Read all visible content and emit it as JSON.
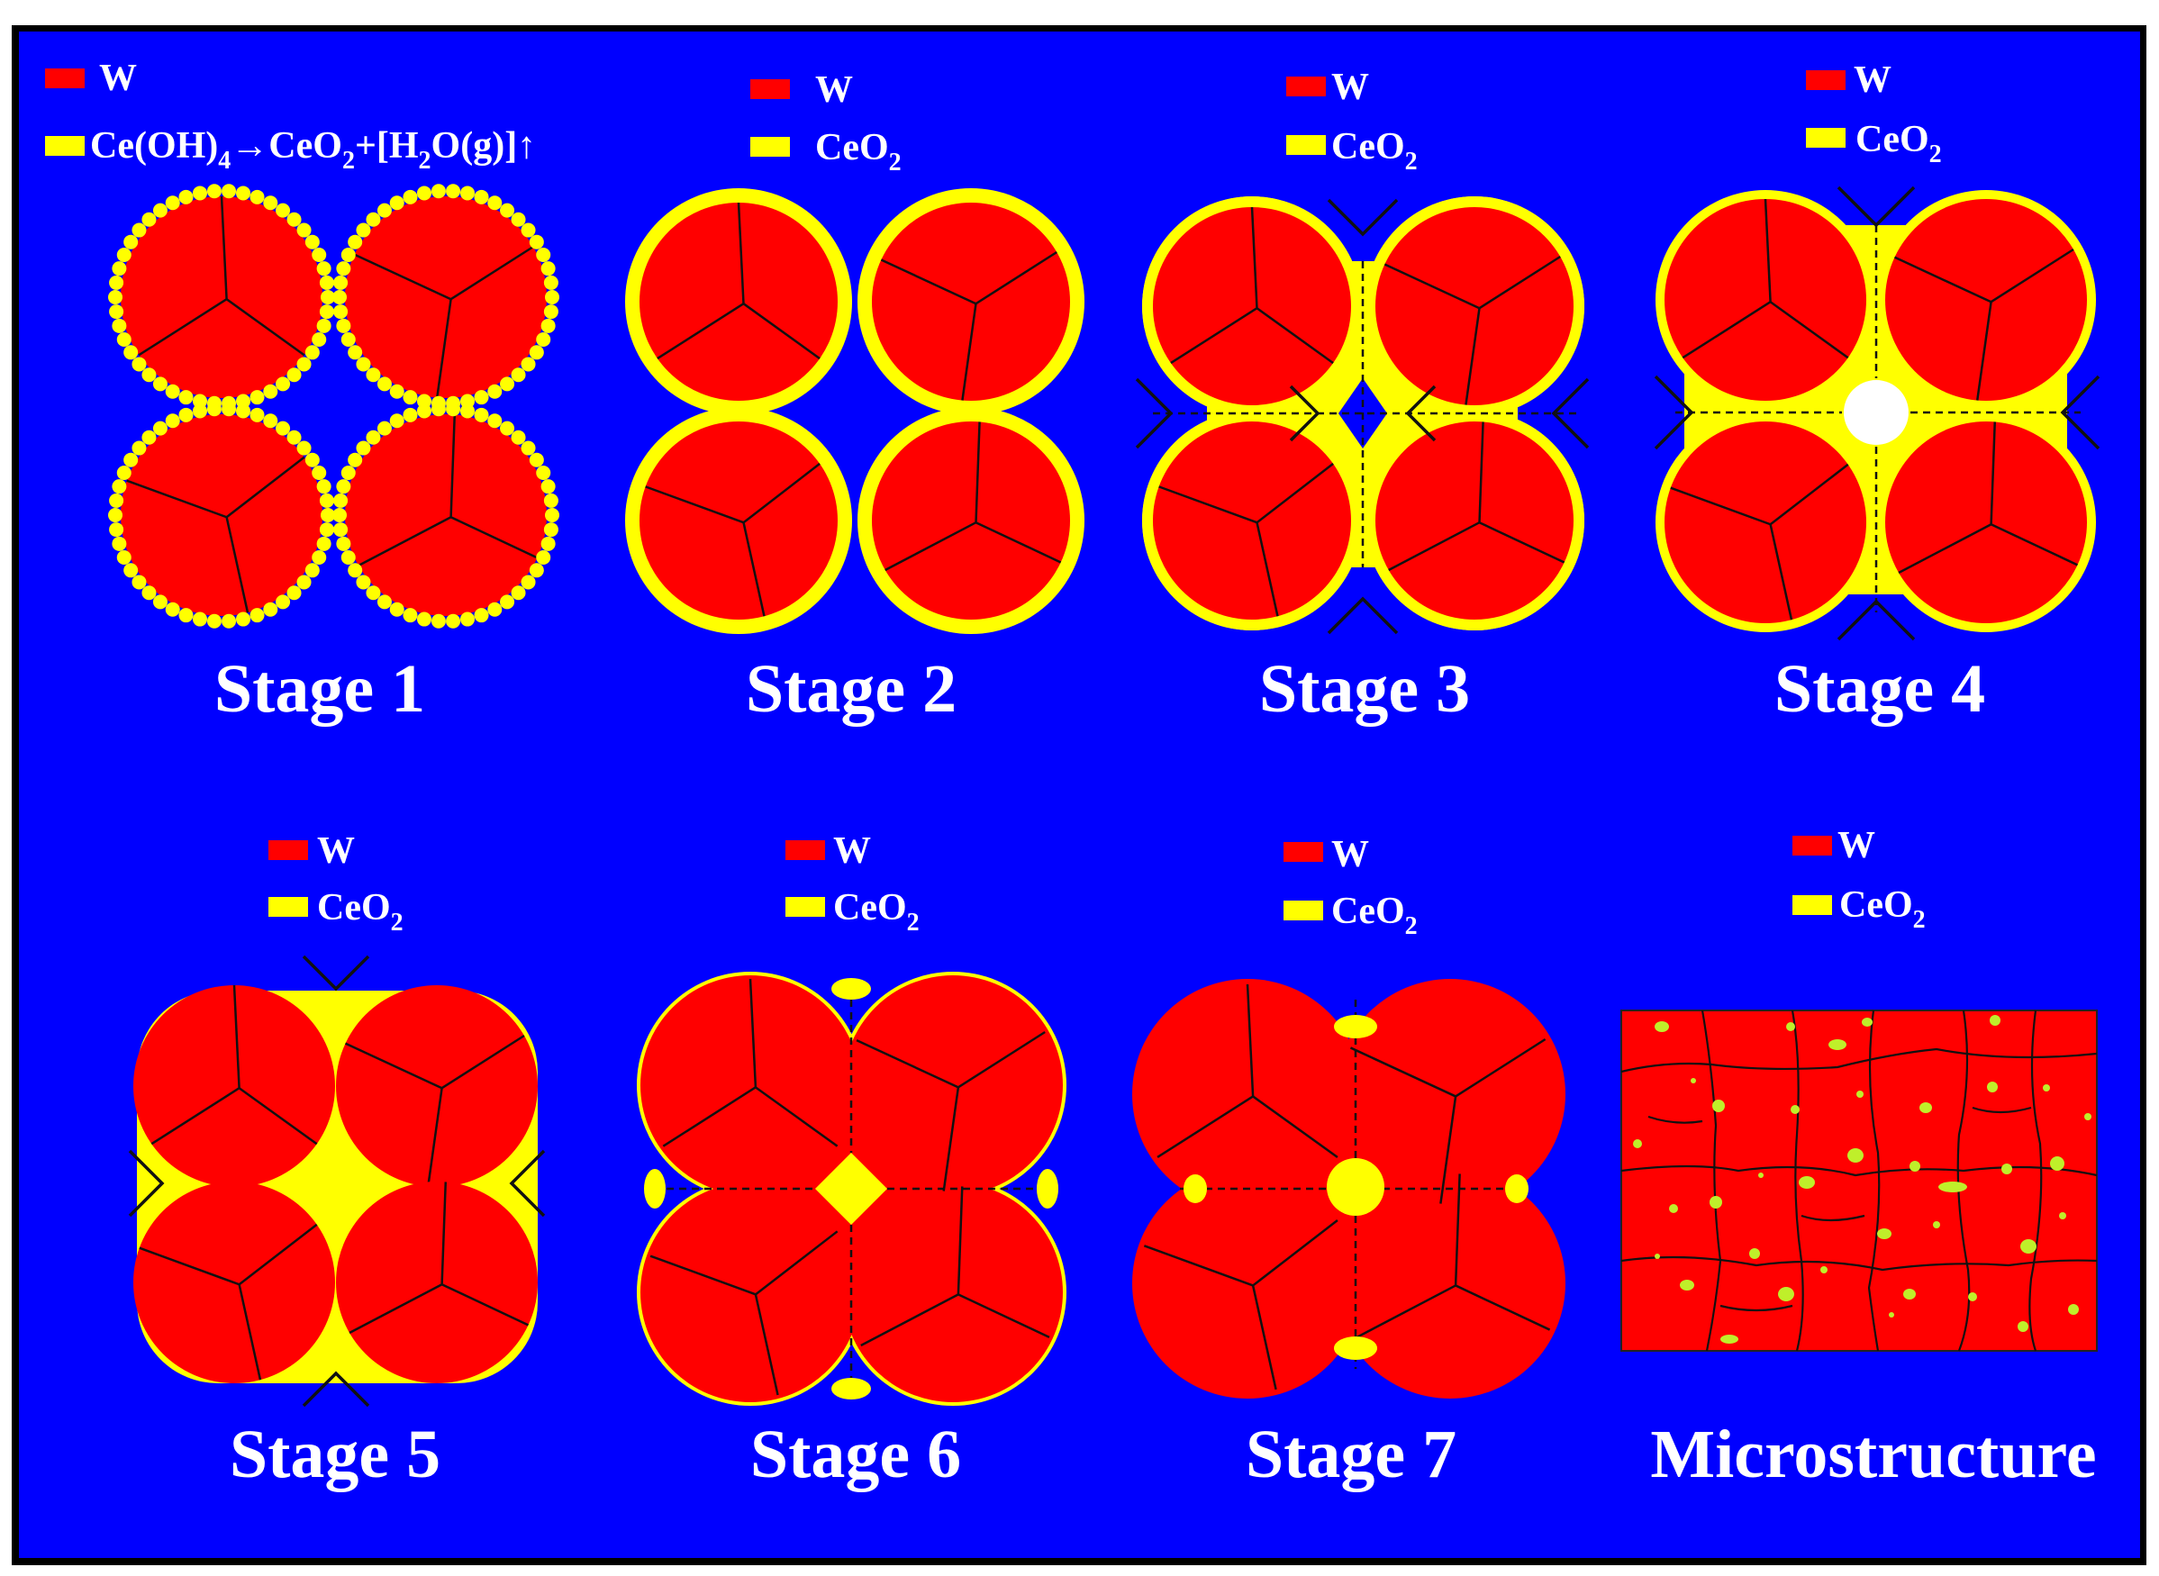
{
  "colors": {
    "background": "#0000ff",
    "frame": "#000000",
    "tungsten": "#ff0000",
    "ceria": "#ffff00",
    "ceria_particle": "#bfef2a",
    "grain_boundary": "#111111",
    "pore": "#ffffff"
  },
  "panels": [
    {
      "id": "stage1",
      "label": "Stage 1",
      "legend": {
        "w": "W",
        "ce_a": "Ce(OH)",
        "ce_sub_a": "4",
        "ce_b": "→CeO",
        "ce_sub_b": "2",
        "ce_c": "+[H",
        "ce_sub_c": "2",
        "ce_d": "O(g)]↑"
      }
    },
    {
      "id": "stage2",
      "label": "Stage 2",
      "legend": {
        "w": "W",
        "ce": "CeO",
        "ce_sub": "2"
      }
    },
    {
      "id": "stage3",
      "label": "Stage 3",
      "legend": {
        "w": "W",
        "ce": "CeO",
        "ce_sub": "2"
      }
    },
    {
      "id": "stage4",
      "label": "Stage 4",
      "legend": {
        "w": "W",
        "ce": "CeO",
        "ce_sub": "2"
      }
    },
    {
      "id": "stage5",
      "label": "Stage 5",
      "legend": {
        "w": "W",
        "ce": "CeO",
        "ce_sub": "2"
      }
    },
    {
      "id": "stage6",
      "label": "Stage 6",
      "legend": {
        "w": "W",
        "ce": "CeO",
        "ce_sub": "2"
      }
    },
    {
      "id": "stage7",
      "label": "Stage 7",
      "legend": {
        "w": "W",
        "ce": "CeO",
        "ce_sub": "2"
      }
    },
    {
      "id": "micro",
      "label": "Microstructure",
      "legend": {
        "w": "W",
        "ce": "CeO",
        "ce_sub": "2"
      }
    }
  ]
}
